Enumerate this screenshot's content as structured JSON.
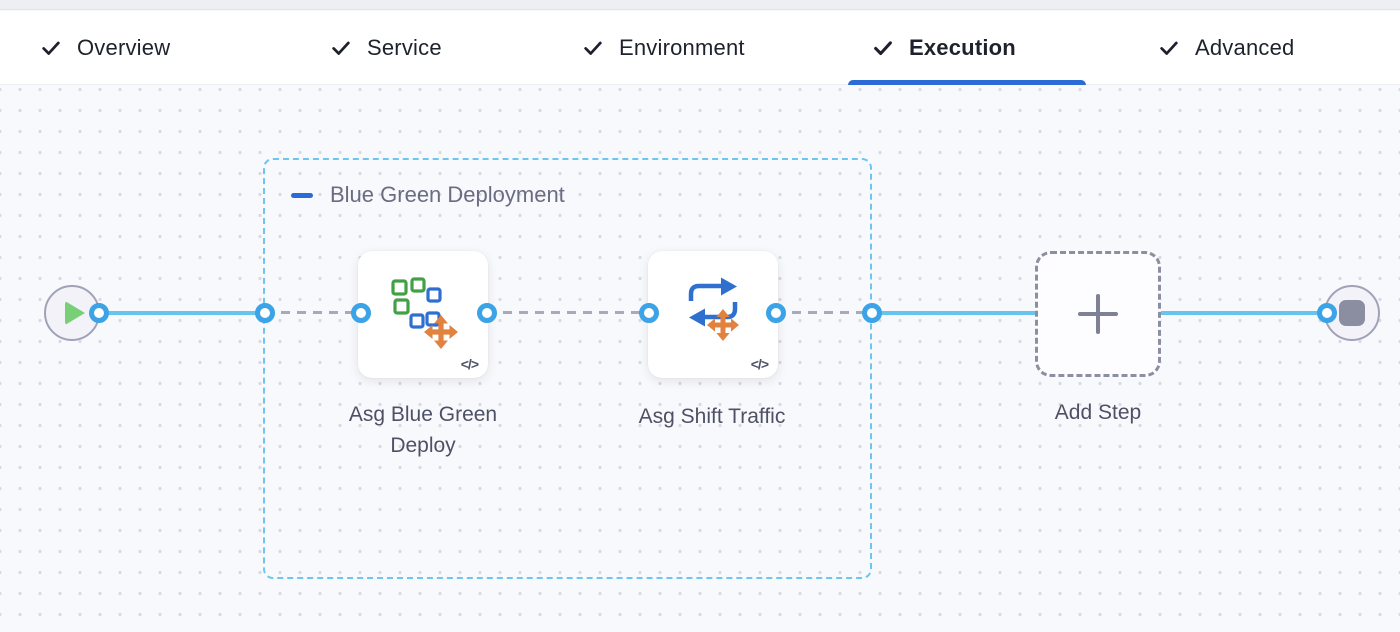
{
  "tab_bar": {
    "active_tab": "Execution",
    "tabs": [
      {
        "label": "Overview",
        "icon": "check-icon",
        "state": "completed"
      },
      {
        "label": "Service",
        "icon": "check-icon",
        "state": "completed"
      },
      {
        "label": "Environment",
        "icon": "check-icon",
        "state": "completed"
      },
      {
        "label": "Execution",
        "icon": "check-icon",
        "state": "active"
      },
      {
        "label": "Advanced",
        "icon": "check-icon",
        "state": "completed"
      }
    ]
  },
  "canvas": {
    "start_node": {
      "icon": "play-icon"
    },
    "end_node": {
      "icon": "stop-icon"
    },
    "step_group": {
      "label": "Blue Green Deployment",
      "collapse_icon": "minus-icon"
    },
    "steps": [
      {
        "label": "Asg Blue Green Deploy",
        "icon": "asg-blue-green-deploy-icon",
        "badge": "</>"
      },
      {
        "label": "Asg Shift Traffic",
        "icon": "asg-shift-traffic-icon",
        "badge": "</>"
      }
    ],
    "add_step": {
      "label": "Add Step",
      "icon": "plus-icon"
    }
  },
  "colors": {
    "active_underline": "#2a6bd6",
    "group_border": "#6cc6f0",
    "edge_solid": "#67c4ef",
    "edge_dashed": "#a7aaba",
    "port_ring": "#3ba3e6",
    "play": "#79cf78",
    "stop": "#8b8da1",
    "icon_green": "#44a046",
    "icon_blue": "#2e6fd0",
    "icon_orange": "#e2823f"
  }
}
